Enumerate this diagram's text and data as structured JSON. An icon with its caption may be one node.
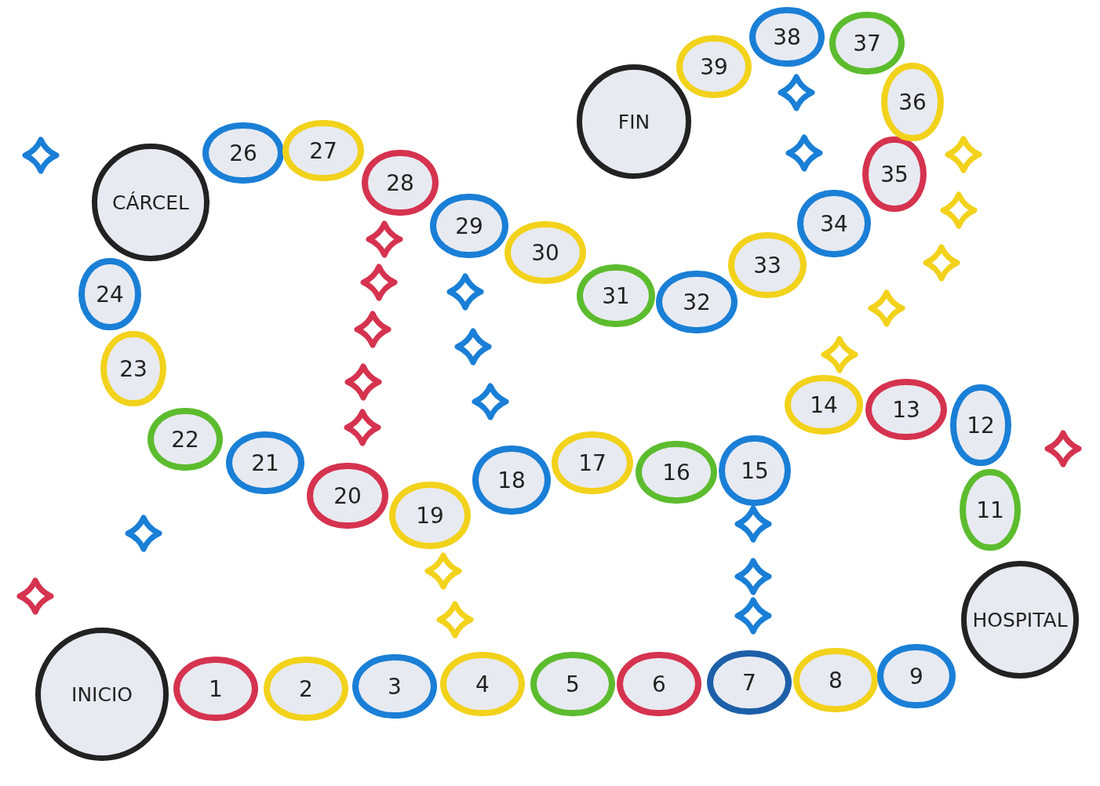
{
  "diagram": {
    "nodes": [
      {
        "text": [
          "INICIO"
        ]
      },
      {
        "text": [
          "1"
        ]
      },
      {
        "text": [
          "2"
        ]
      },
      {
        "text": [
          "3"
        ]
      },
      {
        "text": [
          "4"
        ]
      },
      {
        "text": [
          "5"
        ]
      },
      {
        "text": [
          "6"
        ]
      },
      {
        "text": [
          "7"
        ]
      },
      {
        "text": [
          "8"
        ]
      },
      {
        "text": [
          "9"
        ]
      },
      {
        "text": [
          "HOSPITAL"
        ]
      },
      {
        "text": [
          "11"
        ]
      },
      {
        "text": [
          "12"
        ]
      },
      {
        "text": [
          "13"
        ]
      },
      {
        "text": [
          "14"
        ]
      },
      {
        "text": [
          "15"
        ]
      },
      {
        "text": [
          "16"
        ]
      },
      {
        "text": [
          "17"
        ]
      },
      {
        "text": [
          "18"
        ]
      },
      {
        "text": [
          "19"
        ]
      },
      {
        "text": [
          "20"
        ]
      },
      {
        "text": [
          "21"
        ]
      },
      {
        "text": [
          "22"
        ]
      },
      {
        "text": [
          "23"
        ]
      },
      {
        "text": [
          "24"
        ]
      },
      {
        "text": [
          "CÁRCEL"
        ]
      },
      {
        "text": [
          "26"
        ]
      },
      {
        "text": [
          "27"
        ]
      },
      {
        "text": [
          "28"
        ]
      },
      {
        "text": [
          "29"
        ]
      },
      {
        "text": [
          "30"
        ]
      },
      {
        "text": [
          "31"
        ]
      },
      {
        "text": [
          "32"
        ]
      },
      {
        "text": [
          "33"
        ]
      },
      {
        "text": [
          "34"
        ]
      },
      {
        "text": [
          "35"
        ]
      },
      {
        "text": [
          "36"
        ]
      },
      {
        "text": [
          "37"
        ]
      },
      {
        "text": [
          "38"
        ]
      },
      {
        "text": [
          "39"
        ]
      },
      {
        "text": [
          "FIN"
        ]
      }
    ]
  }
}
